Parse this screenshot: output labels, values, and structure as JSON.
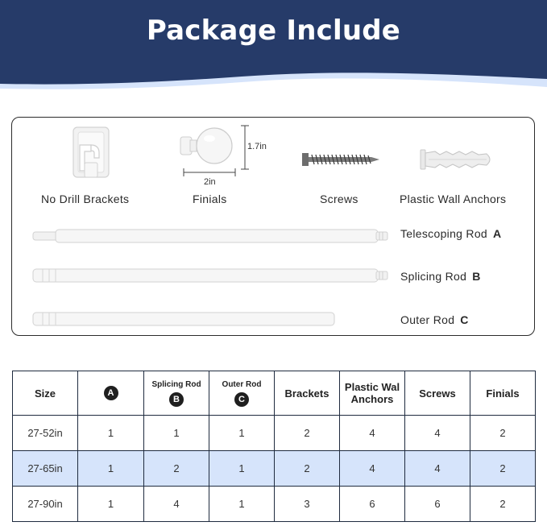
{
  "header": {
    "title": "Package Include",
    "colors": {
      "navy": "#263b69",
      "wave_light": "#d6e4fb",
      "row_highlight": "#d6e4fb"
    }
  },
  "contents": {
    "items": [
      {
        "label": "No Drill Brackets",
        "icon": "bracket-icon"
      },
      {
        "label": "Finials",
        "icon": "finial-icon"
      },
      {
        "label": "Screws",
        "icon": "screw-icon"
      },
      {
        "label": "Plastic Wall Anchors",
        "icon": "anchor-icon"
      }
    ],
    "finial_dims": {
      "height": "1.7in",
      "width": "2in"
    },
    "rods": [
      {
        "name": "Telescoping Rod",
        "letter": "A"
      },
      {
        "name": "Splicing Rod",
        "letter": "B"
      },
      {
        "name": "Outer Rod",
        "letter": "C"
      }
    ]
  },
  "table": {
    "headers": {
      "size": "Size",
      "a": {
        "top": "",
        "badge": "A"
      },
      "b": {
        "top": "Splicing Rod",
        "badge": "B"
      },
      "c": {
        "top": "Outer Rod",
        "badge": "C"
      },
      "brackets": "Brackets",
      "anchors": "Plastic Wal Anchors",
      "screws": "Screws",
      "finials": "Finials"
    },
    "rows": [
      {
        "size": "27-52in",
        "a": "1",
        "b": "1",
        "c": "1",
        "brackets": "2",
        "anchors": "4",
        "screws": "4",
        "finials": "2"
      },
      {
        "size": "27-65in",
        "a": "1",
        "b": "2",
        "c": "1",
        "brackets": "2",
        "anchors": "4",
        "screws": "4",
        "finials": "2"
      },
      {
        "size": "27-90in",
        "a": "1",
        "b": "4",
        "c": "1",
        "brackets": "3",
        "anchors": "6",
        "screws": "6",
        "finials": "2"
      }
    ]
  }
}
